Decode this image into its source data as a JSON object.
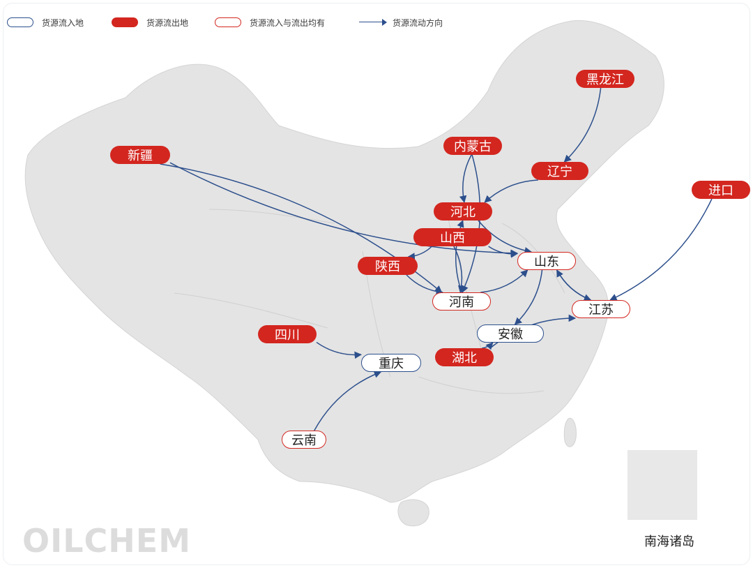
{
  "legend": {
    "inflow": "货源流入地",
    "outflow": "货源流出地",
    "both": "货源流入与流出均有",
    "direction": "货源流动方向"
  },
  "colors": {
    "outflow_fill": "#d3261f",
    "inflow_border": "#2c4f8c",
    "arrow": "#2c4f8c",
    "land": "#e4e4e4"
  },
  "regions": {
    "heilongjiang": {
      "label": "黑龙江",
      "kind": "outflow"
    },
    "neimenggu": {
      "label": "内蒙古",
      "kind": "outflow"
    },
    "liaoning": {
      "label": "辽宁",
      "kind": "outflow"
    },
    "xinjiang": {
      "label": "新疆",
      "kind": "outflow"
    },
    "jinkou": {
      "label": "进口",
      "kind": "outflow"
    },
    "hebei": {
      "label": "河北",
      "kind": "outflow"
    },
    "shanxi": {
      "label": "山西",
      "kind": "outflow"
    },
    "shaanxi": {
      "label": "陕西",
      "kind": "outflow"
    },
    "shandong": {
      "label": "山东",
      "kind": "both"
    },
    "henan": {
      "label": "河南",
      "kind": "both"
    },
    "jiangsu": {
      "label": "江苏",
      "kind": "both"
    },
    "anhui": {
      "label": "安徽",
      "kind": "inflow"
    },
    "sichuan": {
      "label": "四川",
      "kind": "outflow"
    },
    "chongqing": {
      "label": "重庆",
      "kind": "inflow"
    },
    "hubei": {
      "label": "湖北",
      "kind": "outflow"
    },
    "yunnan": {
      "label": "云南",
      "kind": "both"
    }
  },
  "flows": [
    [
      "heilongjiang",
      "liaoning"
    ],
    [
      "xinjiang",
      "shandong"
    ],
    [
      "xinjiang",
      "henan"
    ],
    [
      "neimenggu",
      "hebei"
    ],
    [
      "neimenggu",
      "henan"
    ],
    [
      "liaoning",
      "hebei"
    ],
    [
      "jinkou",
      "jiangsu"
    ],
    [
      "hebei",
      "shandong"
    ],
    [
      "shanxi",
      "shaanxi"
    ],
    [
      "shanxi",
      "shandong"
    ],
    [
      "shanxi",
      "henan"
    ],
    [
      "shaanxi",
      "henan"
    ],
    [
      "henan",
      "hebei"
    ],
    [
      "henan",
      "shandong"
    ],
    [
      "shandong",
      "anhui"
    ],
    [
      "shandong",
      "jiangsu"
    ],
    [
      "jiangsu",
      "shandong"
    ],
    [
      "hubei",
      "anhui"
    ],
    [
      "hubei",
      "jiangsu"
    ],
    [
      "sichuan",
      "chongqing"
    ],
    [
      "yunnan",
      "chongqing"
    ]
  ],
  "inset_label": "南海诸岛",
  "logo": "OILCHEM"
}
